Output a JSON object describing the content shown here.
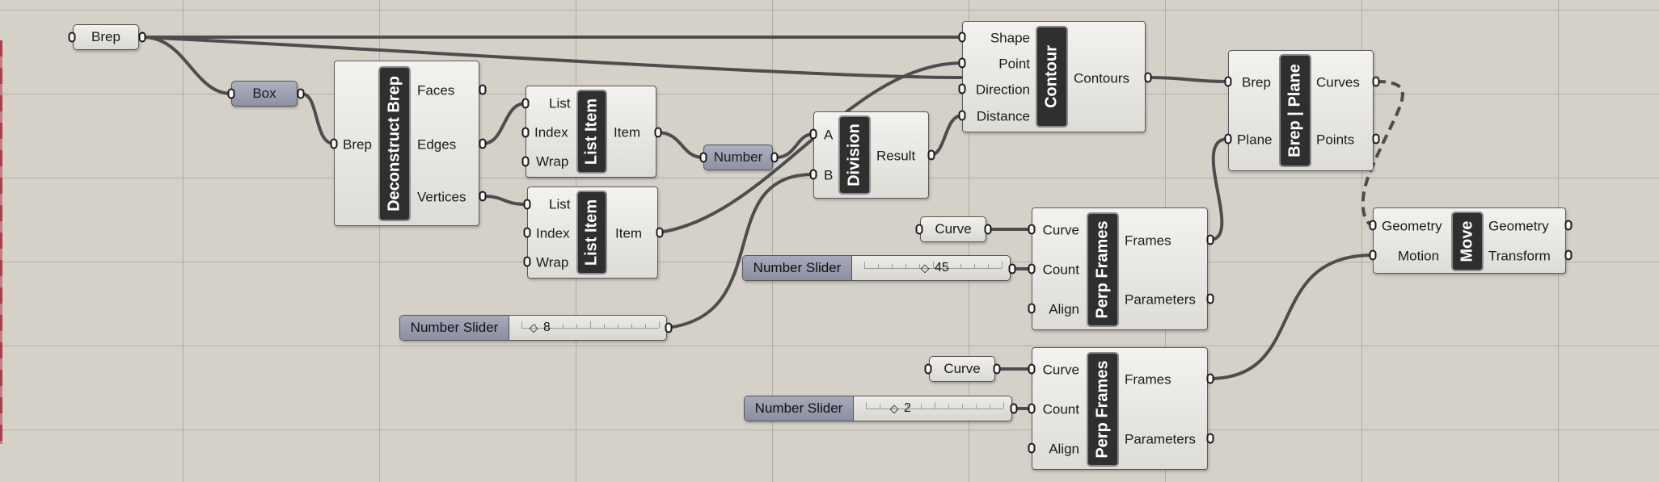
{
  "params": {
    "brep": "Brep",
    "box": "Box",
    "number": "Number",
    "curve1": "Curve",
    "curve2": "Curve"
  },
  "sliders": [
    {
      "name": "Number Slider",
      "value": "8",
      "fraction": 0.03
    },
    {
      "name": "Number Slider",
      "value": "45",
      "fraction": 0.45
    },
    {
      "name": "Number Slider",
      "value": "2",
      "fraction": 0.22
    }
  ],
  "components": {
    "deconstruct": {
      "nickname": "Deconstruct Brep",
      "inputs": [
        "Brep"
      ],
      "outputs": [
        "Faces",
        "Edges",
        "Vertices"
      ]
    },
    "list_item_1": {
      "nickname": "List Item",
      "inputs": [
        "List",
        "Index",
        "Wrap"
      ],
      "outputs": [
        "Item"
      ]
    },
    "list_item_2": {
      "nickname": "List Item",
      "inputs": [
        "List",
        "Index",
        "Wrap"
      ],
      "outputs": [
        "Item"
      ]
    },
    "division": {
      "nickname": "Division",
      "inputs": [
        "A",
        "B"
      ],
      "outputs": [
        "Result"
      ]
    },
    "contour": {
      "nickname": "Contour",
      "inputs": [
        "Shape",
        "Point",
        "Direction",
        "Distance"
      ],
      "outputs": [
        "Contours"
      ]
    },
    "brep_plane": {
      "nickname": "Brep | Plane",
      "inputs": [
        "Brep",
        "Plane"
      ],
      "outputs": [
        "Curves",
        "Points"
      ]
    },
    "perp_frames_1": {
      "nickname": "Perp Frames",
      "inputs": [
        "Curve",
        "Count",
        "Align"
      ],
      "outputs": [
        "Frames",
        "Parameters"
      ]
    },
    "perp_frames_2": {
      "nickname": "Perp Frames",
      "inputs": [
        "Curve",
        "Count",
        "Align"
      ],
      "outputs": [
        "Frames",
        "Parameters"
      ]
    },
    "move": {
      "nickname": "Move",
      "inputs": [
        "Geometry",
        "Motion"
      ],
      "outputs": [
        "Geometry",
        "Transform"
      ]
    }
  },
  "colors": {
    "canvas": "#d5d1c9",
    "wire": "#4a4a4a",
    "nickname_bg": "#2f2f2f",
    "param_dark": "#9a9caf"
  }
}
